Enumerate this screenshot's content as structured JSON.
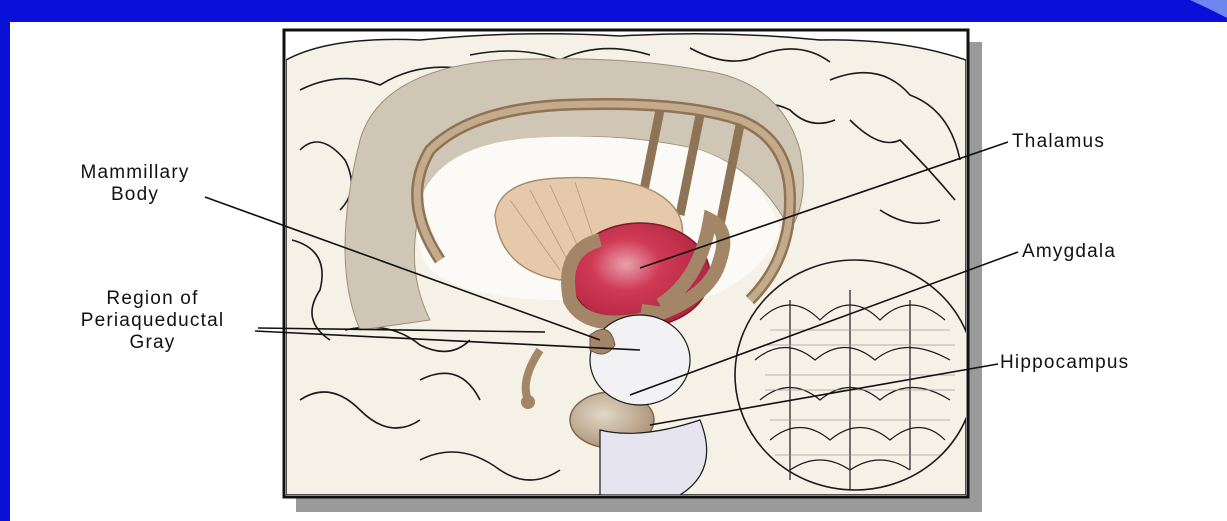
{
  "colors": {
    "slide_border": "#0a10d8",
    "brain_fill": "#f5f0e6",
    "limbic_gray": "#cdc3b2",
    "fornix_brown": "#b49a7c",
    "thalamus_red": "#c9304a",
    "outline": "#1a1a1a"
  },
  "labels": {
    "mammillary_line1": "Mammillary",
    "mammillary_line2": "Body",
    "region_line1": "Region of",
    "region_line2": "Periaqueductal",
    "region_line3": "Gray",
    "thalamus": "Thalamus",
    "amygdala": "Amygdala",
    "hippocampus": "Hippocampus"
  }
}
